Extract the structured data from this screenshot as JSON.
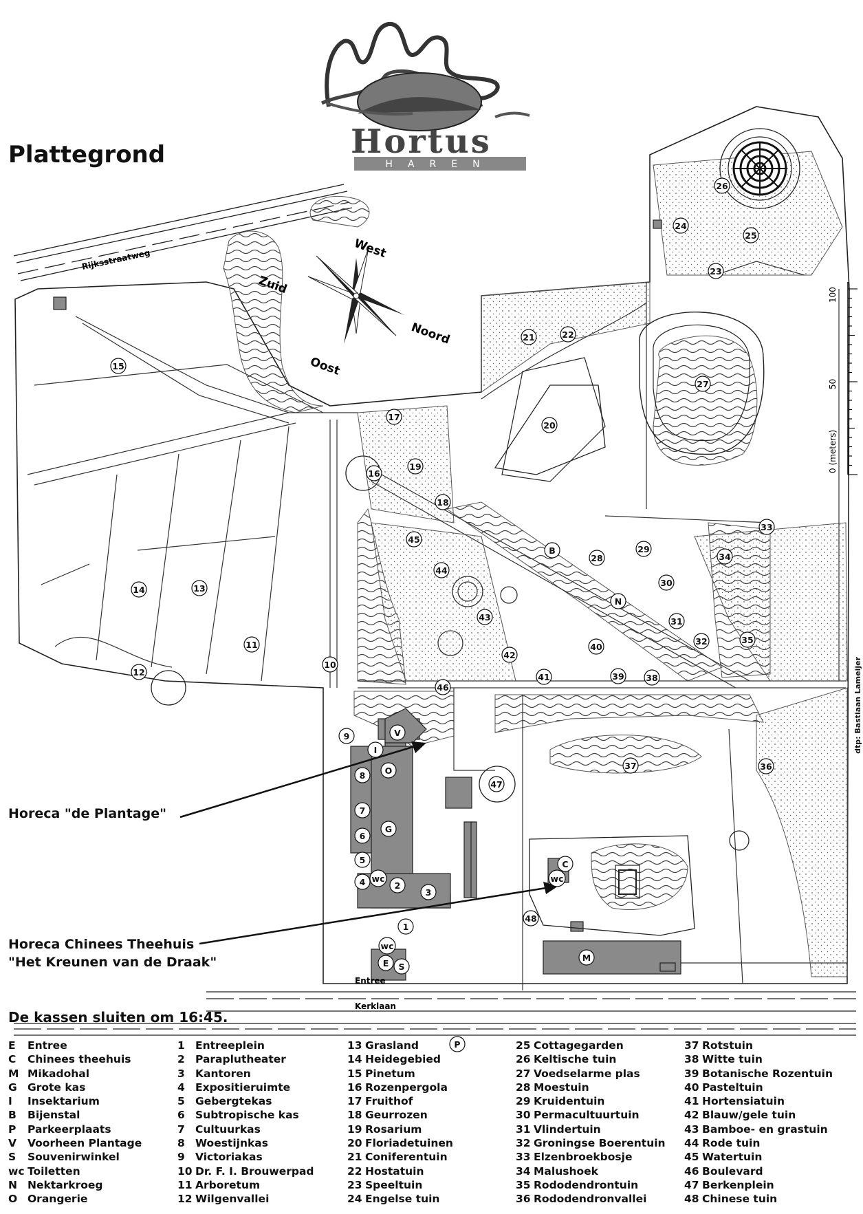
{
  "logo": {
    "name": "Hortus",
    "subtitle": "HAREN"
  },
  "title": "Plattegrond",
  "compass": {
    "west": "West",
    "zuid": "Zuid",
    "noord": "Noord",
    "oost": "Oost"
  },
  "scale": {
    "unit_label": "0  (meters)",
    "tick_50": "50",
    "tick_100": "100"
  },
  "credit": "dtp: Bastiaan Lameijer",
  "roads": {
    "rijksstraatweg": "Rijksstraatweg",
    "kerklaan": "Kerklaan",
    "entree": "Entree"
  },
  "callouts": {
    "plantage": "Horeca \"de Plantage\"",
    "theehuis_line1": "Horeca Chinees Theehuis",
    "theehuis_line2": "\"Het Kreunen van de Draak\""
  },
  "closing_note": "De kassen sluiten om 16:45.",
  "legend_codes": [
    {
      "code": "E",
      "label": "Entree"
    },
    {
      "code": "C",
      "label": "Chinees theehuis"
    },
    {
      "code": "M",
      "label": "Mikadohal"
    },
    {
      "code": "G",
      "label": "Grote kas"
    },
    {
      "code": "I",
      "label": "Insektarium"
    },
    {
      "code": "B",
      "label": "Bijenstal"
    },
    {
      "code": "P",
      "label": "Parkeerplaats"
    },
    {
      "code": "V",
      "label": "Voorheen Plantage"
    },
    {
      "code": "S",
      "label": "Souvenirwinkel"
    },
    {
      "code": "wc",
      "label": "Toiletten"
    },
    {
      "code": "N",
      "label": "Nektarkroeg"
    },
    {
      "code": "O",
      "label": "Orangerie"
    }
  ],
  "legend_numbers": [
    {
      "n": "1",
      "label": "Entreeplein"
    },
    {
      "n": "2",
      "label": "Paraplutheater"
    },
    {
      "n": "3",
      "label": "Kantoren"
    },
    {
      "n": "4",
      "label": "Expositieruimte"
    },
    {
      "n": "5",
      "label": "Gebergtekas"
    },
    {
      "n": "6",
      "label": "Subtropische kas"
    },
    {
      "n": "7",
      "label": "Cultuurkas"
    },
    {
      "n": "8",
      "label": "Woestijnkas"
    },
    {
      "n": "9",
      "label": "Victoriakas"
    },
    {
      "n": "10",
      "label": "Dr. F. I. Brouwerpad"
    },
    {
      "n": "11",
      "label": "Arboretum"
    },
    {
      "n": "12",
      "label": "Wilgenvallei"
    },
    {
      "n": "13",
      "label": "Grasland"
    },
    {
      "n": "14",
      "label": "Heidegebied"
    },
    {
      "n": "15",
      "label": "Pinetum"
    },
    {
      "n": "16",
      "label": "Rozenpergola"
    },
    {
      "n": "17",
      "label": "Fruithof"
    },
    {
      "n": "18",
      "label": "Geurrozen"
    },
    {
      "n": "19",
      "label": "Rosarium"
    },
    {
      "n": "20",
      "label": "Floriadetuinen"
    },
    {
      "n": "21",
      "label": "Coniferentuin"
    },
    {
      "n": "22",
      "label": "Hostatuin"
    },
    {
      "n": "23",
      "label": "Speeltuin"
    },
    {
      "n": "24",
      "label": "Engelse tuin"
    },
    {
      "n": "25",
      "label": "Cottagegarden"
    },
    {
      "n": "26",
      "label": "Keltische tuin"
    },
    {
      "n": "27",
      "label": "Voedselarme plas"
    },
    {
      "n": "28",
      "label": "Moestuin"
    },
    {
      "n": "29",
      "label": "Kruidentuin"
    },
    {
      "n": "30",
      "label": "Permacultuurtuin"
    },
    {
      "n": "31",
      "label": "Vlindertuin"
    },
    {
      "n": "32",
      "label": "Groningse Boerentuin"
    },
    {
      "n": "33",
      "label": "Elzenbroekbosje"
    },
    {
      "n": "34",
      "label": "Malushoek"
    },
    {
      "n": "35",
      "label": "Rododendrontuin"
    },
    {
      "n": "36",
      "label": "Rododendronvallei"
    },
    {
      "n": "37",
      "label": "Rotstuin"
    },
    {
      "n": "38",
      "label": "Witte tuin"
    },
    {
      "n": "39",
      "label": "Botanische Rozentuin"
    },
    {
      "n": "40",
      "label": "Pasteltuin"
    },
    {
      "n": "41",
      "label": "Hortensiatuin"
    },
    {
      "n": "42",
      "label": "Blauw/gele tuin"
    },
    {
      "n": "43",
      "label": "Bamboe- en grastuin"
    },
    {
      "n": "44",
      "label": "Rode tuin"
    },
    {
      "n": "45",
      "label": "Watertuin"
    },
    {
      "n": "46",
      "label": "Boulevard"
    },
    {
      "n": "47",
      "label": "Berkenplein"
    },
    {
      "n": "48",
      "label": "Chinese tuin"
    }
  ],
  "markers": [
    "1",
    "2",
    "3",
    "4",
    "5",
    "6",
    "7",
    "8",
    "9",
    "10",
    "11",
    "12",
    "13",
    "14",
    "15",
    "16",
    "17",
    "18",
    "19",
    "20",
    "21",
    "22",
    "23",
    "24",
    "25",
    "26",
    "27",
    "28",
    "29",
    "30",
    "31",
    "32",
    "33",
    "34",
    "35",
    "36",
    "37",
    "38",
    "39",
    "40",
    "41",
    "42",
    "43",
    "44",
    "45",
    "46",
    "47",
    "48",
    "E",
    "C",
    "M",
    "G",
    "I",
    "B",
    "P",
    "V",
    "S",
    "wc",
    "N",
    "O"
  ]
}
